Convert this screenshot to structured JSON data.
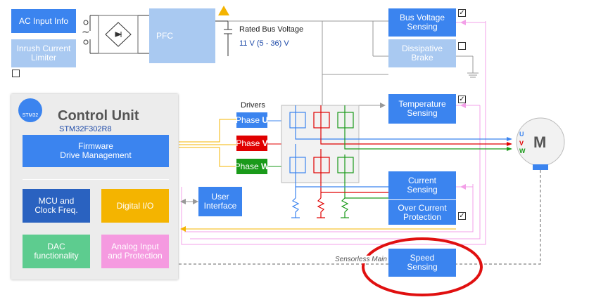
{
  "blocks": {
    "ac_input": "AC Input Info",
    "inrush": "Inrush Current\nLimiter",
    "pfc": "PFC",
    "rated_bus_label": "Rated Bus Voltage",
    "rated_bus_value": "11 V (5 - 36) V",
    "bus_voltage": "Bus Voltage\nSensing",
    "dissipative": "Dissipative\nBrake",
    "temperature": "Temperature\nSensing",
    "current": "Current\nSensing",
    "overcurrent": "Over Current\nProtection",
    "speed": "Speed\nSensing",
    "user_interface": "User\nInterface"
  },
  "control_unit": {
    "logo_text": "STM32",
    "title": "Control Unit",
    "mcu": "STM32F302R8",
    "firmware": "Firmware\nDrive Management",
    "mcu_clock": "MCU and\nClock Freq.",
    "digital_io": "Digital I/O",
    "dac": "DAC\nfunctionality",
    "analog": "Analog Input\nand Protection"
  },
  "drivers": {
    "label": "Drivers",
    "phase_u_prefix": "Phase ",
    "phase_u_letter": "U",
    "phase_v_prefix": "Phase ",
    "phase_v_letter": "V",
    "phase_w_prefix": "Phase ",
    "phase_w_letter": "W"
  },
  "motor": {
    "label": "M",
    "u": "U",
    "v": "V",
    "w": "W"
  },
  "checkboxes": {
    "bus_voltage": "✓",
    "temperature": "✓",
    "overcurrent": "✓"
  },
  "sensor_label": "Sensorless Main",
  "colors": {
    "block_blue": "#3b84ef",
    "block_light": "#a9c9f1",
    "phase_u": "#3b84ef",
    "phase_v": "#e00000",
    "phase_w": "#1a9a1a",
    "digital": "#f4b400",
    "dac": "#5dcc8f",
    "analog": "#f59ae0",
    "mcu": "#2a62c0",
    "highlight": "#e01010",
    "signal": "#f3a0e8"
  }
}
